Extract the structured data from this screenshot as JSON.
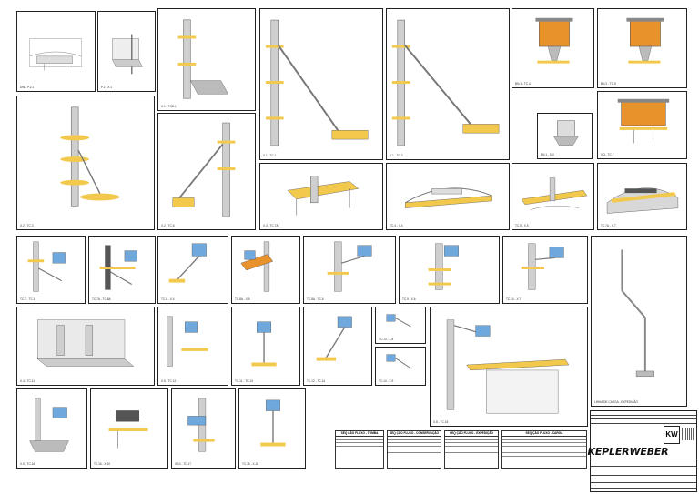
{
  "sheet": {
    "views": [
      {
        "id": "v1",
        "caption": "DW - P.2.1"
      },
      {
        "id": "v2",
        "caption": "P.2 - X.1"
      },
      {
        "id": "v3",
        "caption": "X.1 - TOB.1"
      },
      {
        "id": "v4",
        "caption": "X.1 - TC.1"
      },
      {
        "id": "v5",
        "caption": "X.1 - TC.3"
      },
      {
        "id": "v6",
        "caption": "BN.1 - TC.4"
      },
      {
        "id": "v7",
        "caption": "BN.2 - TC.5"
      },
      {
        "id": "v8",
        "caption": "X.2 - TC.3"
      },
      {
        "id": "v9",
        "caption": "X.2 - TC.6"
      },
      {
        "id": "v10",
        "caption": "BN.1 - X.4"
      },
      {
        "id": "v11",
        "caption": "X.3 - TC.7"
      },
      {
        "id": "v12",
        "caption": "X.3 - TC.7A"
      },
      {
        "id": "v13",
        "caption": "TC.4 - X.4"
      },
      {
        "id": "v14",
        "caption": "TC.5 - X.5"
      },
      {
        "id": "v15",
        "caption": "TC.7A - X.7"
      },
      {
        "id": "v16",
        "caption": "TC.7 - TC.8"
      },
      {
        "id": "v17",
        "caption": "TC.7A - TC.8A"
      },
      {
        "id": "v18",
        "caption": "TC.8 - X.4"
      },
      {
        "id": "v19",
        "caption": "TC.8A - X.5"
      },
      {
        "id": "v20",
        "caption": "TC.8A - TC.6"
      },
      {
        "id": "v21",
        "caption": "TC.9 - X.6"
      },
      {
        "id": "v22",
        "caption": "TC.10 - X.7"
      },
      {
        "id": "v23",
        "caption": "X.4 - TC.11"
      },
      {
        "id": "v24",
        "caption": "X.5 - TC.12"
      },
      {
        "id": "v25",
        "caption": "TC.11 - TC.13"
      },
      {
        "id": "v26",
        "caption": "TC.12 - TC.14"
      },
      {
        "id": "v27",
        "caption": "TC.13 - X.8"
      },
      {
        "id": "v28",
        "caption": "TC.14 - X.9"
      },
      {
        "id": "v29",
        "caption": "X.8 - TC.15"
      },
      {
        "id": "v30",
        "caption": "LINHA DE CARGA - EXPEDIÇÃO"
      },
      {
        "id": "v31",
        "caption": "X.9 - TC.16"
      },
      {
        "id": "v32",
        "caption": "TC.16 - X.10"
      },
      {
        "id": "v33",
        "caption": "X.10 - TC.17"
      },
      {
        "id": "v34",
        "caption": "TC.15 - X.11"
      },
      {
        "id": "v35",
        "caption": "TC.17 - X.12"
      }
    ],
    "tables": [
      {
        "title": "SEQ ÇÃO FLUXO - TOMBA"
      },
      {
        "title": "SEQ ÇÃO FLUXO - CONSERVAÇÃO"
      },
      {
        "title": "SEQ ÇÃO FLUXO - EXPEDIÇÃO"
      },
      {
        "title": "SEQ ÇÃO FLUXO - CARGA"
      }
    ],
    "title_block": {
      "logo": "KEPLERWEBER",
      "logo_mark": "KW",
      "colors": {
        "line": "#222222",
        "yellow": "#f2c94c",
        "orange": "#e8922c",
        "gray": "#c9c9c9",
        "blue": "#6fa8dc",
        "dark": "#555555"
      }
    }
  }
}
